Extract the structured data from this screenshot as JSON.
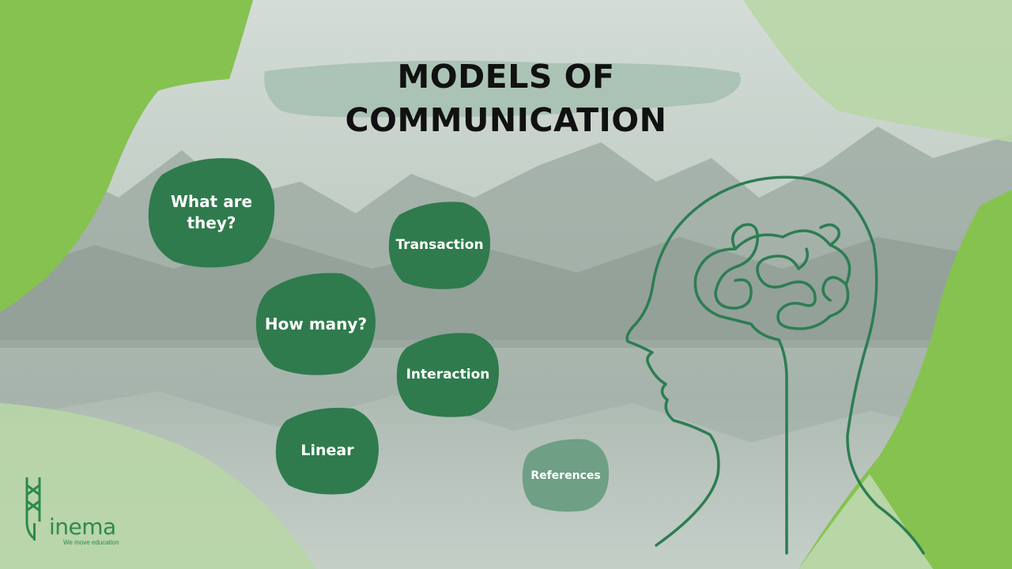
{
  "title": {
    "line1": "MODELS OF",
    "line2": "COMMUNICATION"
  },
  "buttons": {
    "what_are_they": "What are they?",
    "transaction": "Transaction",
    "how_many": "How many?",
    "interaction": "Interaction",
    "linear": "Linear",
    "references": "References"
  },
  "logo": {
    "name": "inema",
    "tagline": "We move education"
  },
  "colors": {
    "accent_green": "#86c24f",
    "blob_green": "#2f7b4d",
    "references_green": "#6f9f84",
    "line_green": "#2d7d52"
  },
  "icons": {
    "head": "head-brain-icon",
    "logo": "inema-logo-icon"
  }
}
